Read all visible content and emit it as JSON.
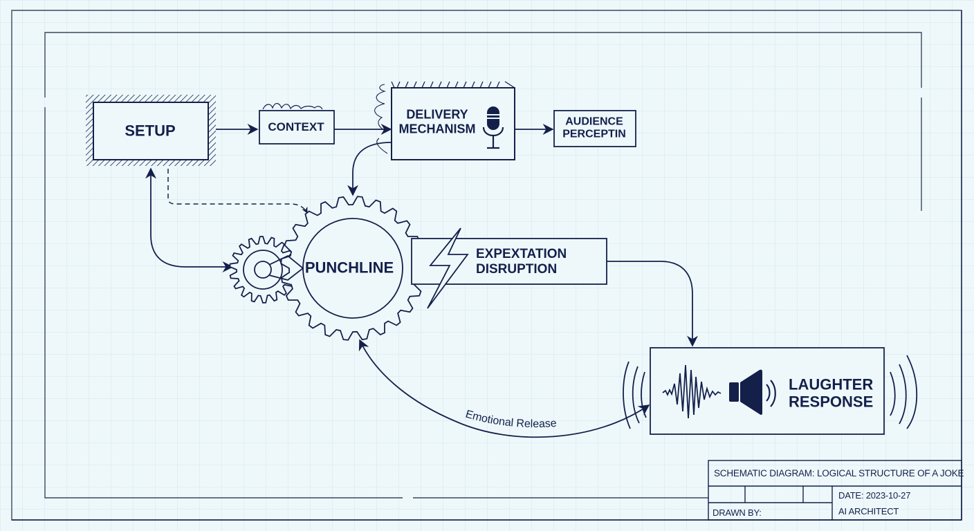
{
  "nodes": {
    "setup": {
      "label": "SETUP"
    },
    "context": {
      "label": "CONTEXT"
    },
    "delivery": {
      "line1": "DELIVERY",
      "line2": "MECHANISM",
      "icon": "microphone-icon"
    },
    "audience": {
      "line1": "AUDIENCE",
      "line2": "PERCEPTIN"
    },
    "punchline": {
      "label": "PUNCHLINE",
      "icon": "gear-icon"
    },
    "expectation": {
      "line1": "EXPEXTATION",
      "line2": "DISRUPTION",
      "icon": "lightning-icon"
    },
    "laughter": {
      "line1": "LAUGHTER",
      "line2": "RESPONSE",
      "icons": [
        "waveform-icon",
        "speaker-icon"
      ]
    }
  },
  "edges": {
    "emotional_release": {
      "label": "Emotional Release"
    }
  },
  "title_block": {
    "title": "SCHEMATIC DIAGRAM: LOGICAL STRUCTURE OF A JOKE",
    "date": "DATE: 2023-10-27",
    "drawn_by_label": "DRAWN BY:",
    "author": "AI ARCHITECT"
  },
  "colors": {
    "ink": "#14204a",
    "paper": "#eef8fb",
    "grid": "#dfeef3"
  }
}
